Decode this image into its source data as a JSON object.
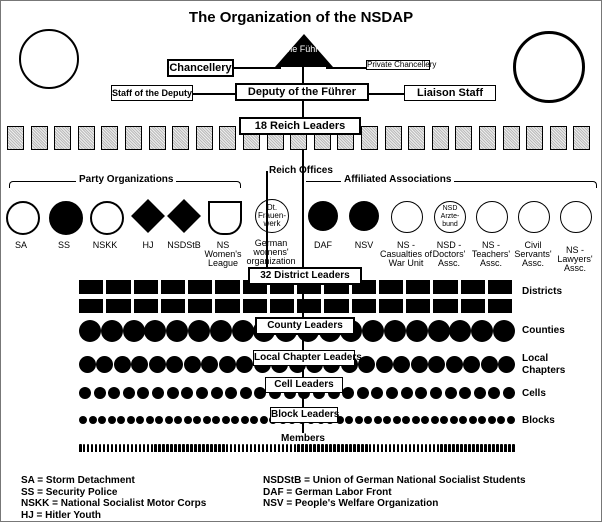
{
  "title": "The Organization of the NSDAP",
  "top": {
    "fuhrer": "The Führer",
    "chancellery": "Chancellery",
    "private_chancellery": "Private Chancellery",
    "deputy": "Deputy of the Führer",
    "staff_deputy": "Staff of the Deputy",
    "liaison": "Liaison Staff",
    "reich_leaders": "18 Reich Leaders",
    "reich_offices": "Reich Offices"
  },
  "party_orgs": {
    "heading": "Party Organizations",
    "items": [
      "SA",
      "SS",
      "NSKK",
      "HJ",
      "NSDStB",
      "NS Women's League"
    ]
  },
  "frauenwerk": {
    "emblem": "Dt. Frauen-werk",
    "label": "German womens' organization"
  },
  "affiliated": {
    "heading": "Affiliated Associations",
    "items": [
      "DAF",
      "NSV",
      "NS - Casualties of War Unit",
      "NSD - Doctors' Assc.",
      "NS - Teachers' Assc.",
      "Civil Servants' Assc.",
      "NS - Lawyers' Assc."
    ],
    "nsd_emblem": "NSD Arzte-bund"
  },
  "hierarchy": [
    {
      "leader": "32 District Leaders",
      "unit": "Districts",
      "count": 32
    },
    {
      "leader": "County Leaders",
      "unit": "Counties",
      "count": 20
    },
    {
      "leader": "Local Chapter Leaders",
      "unit": "Local Chapters",
      "count": 25
    },
    {
      "leader": "Cell Leaders",
      "unit": "Cells",
      "count": 30
    },
    {
      "leader": "Block Leaders",
      "unit": "Blocks",
      "count": 46
    },
    {
      "leader": "Members",
      "unit": "",
      "count": 110
    }
  ],
  "reich_box_count": 25,
  "legend_left": [
    "SA = Storm Detachment",
    "SS = Security Police",
    "NSKK = National Socialist Motor Corps",
    "HJ = Hitler Youth"
  ],
  "legend_right": [
    "NSDStB = Union of German National Socialist Students",
    "DAF = German Labor Front",
    "NSV = People's Welfare Organization"
  ]
}
